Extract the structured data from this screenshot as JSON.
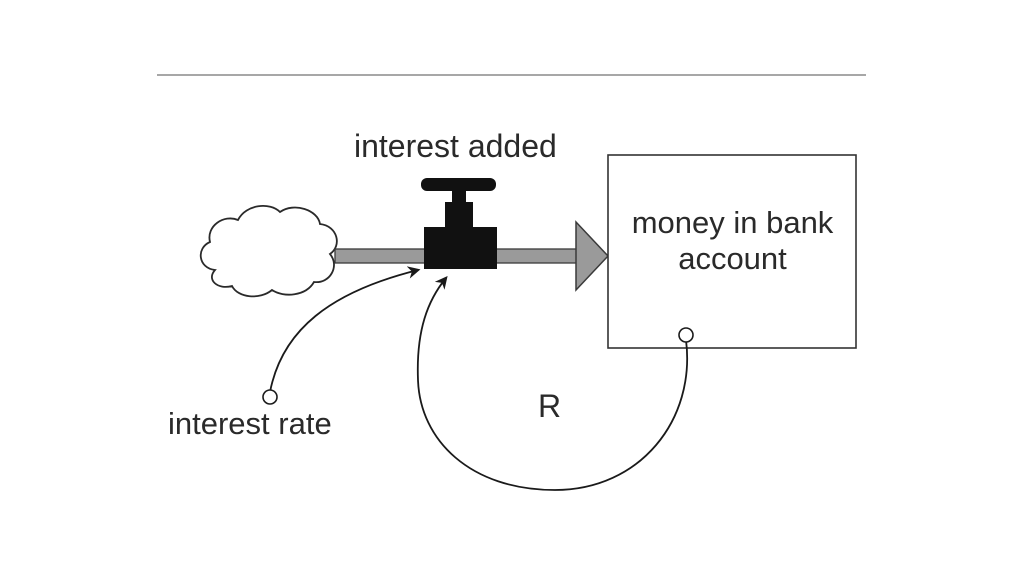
{
  "diagram": {
    "flow_label": "interest added",
    "stock_label": "money in bank account",
    "auxiliary_label": "interest rate",
    "loop_label": "R",
    "colors": {
      "ink": "#1a1a1a",
      "pipe_fill": "#9a9a9a",
      "rule": "#8a8a8a",
      "background": "#ffffff"
    },
    "icons": [
      "cloud-icon",
      "valve-icon",
      "flow-arrowhead-icon"
    ]
  }
}
